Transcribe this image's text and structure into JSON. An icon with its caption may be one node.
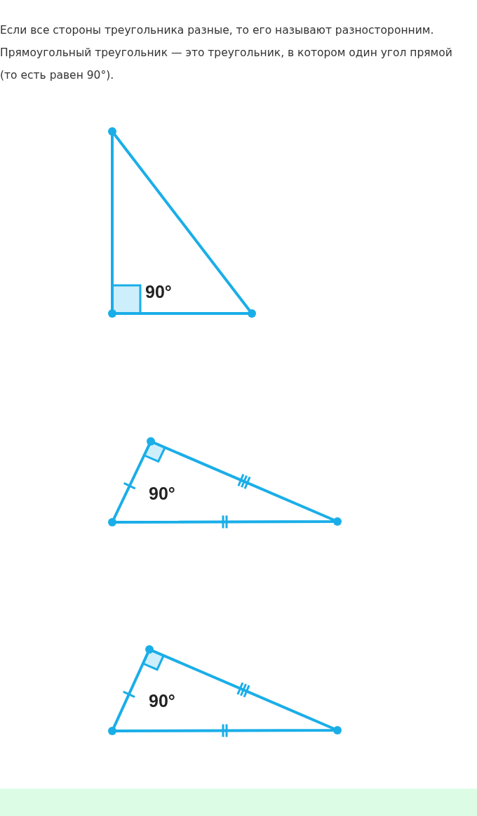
{
  "diagram": {
    "labels": [
      "Если все стороны треугольника разные, то его называют разносторонним.",
      "Прямоугольный треугольник — это треугольник, в котором один угол прямой (то есть равен 90°).",
      "90°",
      "90°",
      "90°"
    ]
  }
}
